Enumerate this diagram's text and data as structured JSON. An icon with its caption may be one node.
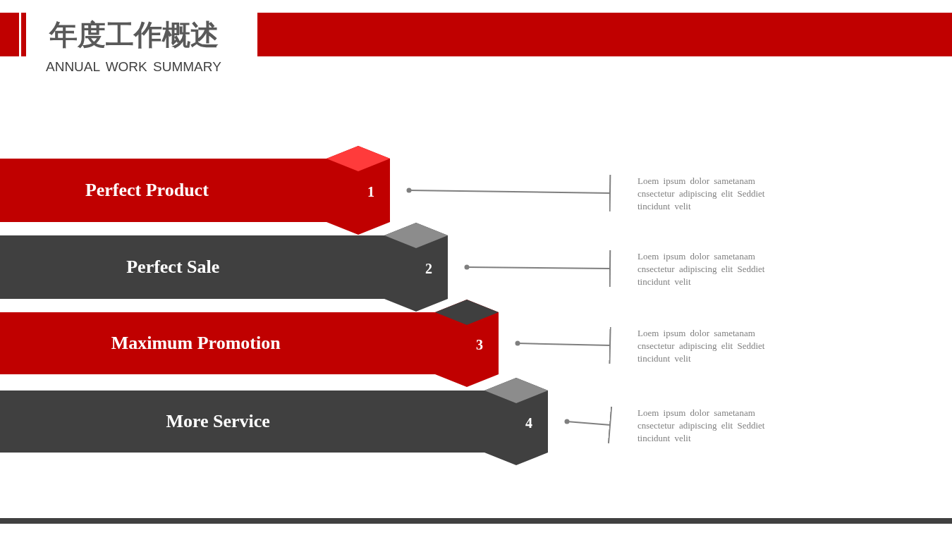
{
  "diagram": {
    "title": "年度工作概述",
    "nodes": [
      {
        "text": [
          "Perfect Product"
        ]
      },
      {
        "text": [
          "1"
        ]
      },
      {
        "text": [
          "Loem ipsum dolor sametanam cnsectetur adipiscing elit Seddiet tincidunt velit"
        ]
      },
      {
        "text": [
          "Perfect Sale"
        ]
      },
      {
        "text": [
          "2"
        ]
      },
      {
        "text": [
          "Loem ipsum dolor sametanam cnsectetur adipiscing elit Seddiet tincidunt velit"
        ]
      },
      {
        "text": [
          "Maximum Promotion"
        ]
      },
      {
        "text": [
          "3"
        ]
      },
      {
        "text": [
          "Loem ipsum dolor sametanam cnsectetur adipiscing elit Seddiet tincidunt velit"
        ]
      },
      {
        "text": [
          "More Service"
        ]
      },
      {
        "text": [
          "4"
        ]
      },
      {
        "text": [
          "Loem ipsum dolor sametanam cnsectetur adipiscing elit Seddiet tincidunt velit"
        ]
      }
    ],
    "edges": [
      {
        "from": 1,
        "to": 2,
        "arrow": "other"
      },
      {
        "from": 4,
        "to": 5,
        "arrow": "other"
      },
      {
        "from": 7,
        "to": 8,
        "arrow": "other"
      },
      {
        "from": 10,
        "to": 11,
        "arrow": "other"
      }
    ],
    "labels": [
      "ANNUAL WORK SUMMARY"
    ]
  }
}
